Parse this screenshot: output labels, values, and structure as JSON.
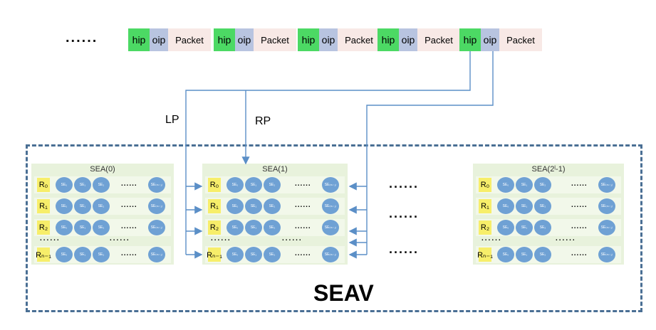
{
  "top_dots": "......",
  "packets": [
    {
      "hip": "hip",
      "oip": "oip",
      "packet": "Packet"
    },
    {
      "hip": "hip",
      "oip": "oip",
      "packet": "Packet"
    },
    {
      "hip": "hip",
      "oip": "oip",
      "packet": "Packet"
    },
    {
      "hip": "hip",
      "oip": "oip",
      "packet": "Packet"
    },
    {
      "hip": "hip",
      "oip": "oip",
      "packet": "Packet"
    }
  ],
  "labels": {
    "lp": "LP",
    "rp": "RP",
    "seav": "SEAV"
  },
  "between_dots": "......",
  "row_dots": "......",
  "seas": [
    {
      "title": "SEA(0)",
      "rows": [
        {
          "r": "R₀",
          "se": [
            "SE₀",
            "SE₁",
            "SE₂"
          ],
          "last": "SE₍ₘ₋₁₎"
        },
        {
          "r": "R₁",
          "se": [
            "SE₀",
            "SE₁",
            "SE₂"
          ],
          "last": "SE₍ₘ₋₁₎"
        },
        {
          "r": "R₂",
          "se": [
            "SE₀",
            "SE₁",
            "SE₂"
          ],
          "last": "SE₍ₘ₋₁₎"
        },
        {
          "r": "Rₙ₋₁",
          "se": [
            "SE₀",
            "SE₁",
            "SE₂"
          ],
          "last": "SE₍ₘ₋₁₎"
        }
      ]
    },
    {
      "title": "SEA(1)",
      "rows": [
        {
          "r": "R₀",
          "se": [
            "SE₀",
            "SE₁",
            "SE₂"
          ],
          "last": "SE₍ₘ₋₁₎"
        },
        {
          "r": "R₁",
          "se": [
            "SE₀",
            "SE₁",
            "SE₂"
          ],
          "last": "SE₍ₘ₋₁₎"
        },
        {
          "r": "R₂",
          "se": [
            "SE₀",
            "SE₁",
            "SE₂"
          ],
          "last": "SE₍ₘ₋₁₎"
        },
        {
          "r": "Rₙ₋₁",
          "se": [
            "SE₀",
            "SE₁",
            "SE₂"
          ],
          "last": "SE₍ₘ₋₁₎"
        }
      ]
    },
    {
      "title": "SEA(2ˡ-1)",
      "rows": [
        {
          "r": "R₀",
          "se": [
            "SE₀",
            "SE₁",
            "SE₂"
          ],
          "last": "SE₍ₘ₋₁₎"
        },
        {
          "r": "R₁",
          "se": [
            "SE₀",
            "SE₁",
            "SE₂"
          ],
          "last": "SE₍ₘ₋₁₎"
        },
        {
          "r": "R₂",
          "se": [
            "SE₀",
            "SE₁",
            "SE₂"
          ],
          "last": "SE₍ₘ₋₁₎"
        },
        {
          "r": "Rₙ₋₁",
          "se": [
            "SE₀",
            "SE₁",
            "SE₂"
          ],
          "last": "SE₍ₘ₋₁₎"
        }
      ]
    }
  ],
  "colors": {
    "hip": "#4cd964",
    "oip": "#b8c4e0",
    "packet": "#f8e9e6",
    "se": "#6fa1d4",
    "row_label": "#f7ee6a",
    "sea_bg": "#e8f2dc",
    "arrow": "#5b8fc7",
    "border": "#4a6f94"
  }
}
